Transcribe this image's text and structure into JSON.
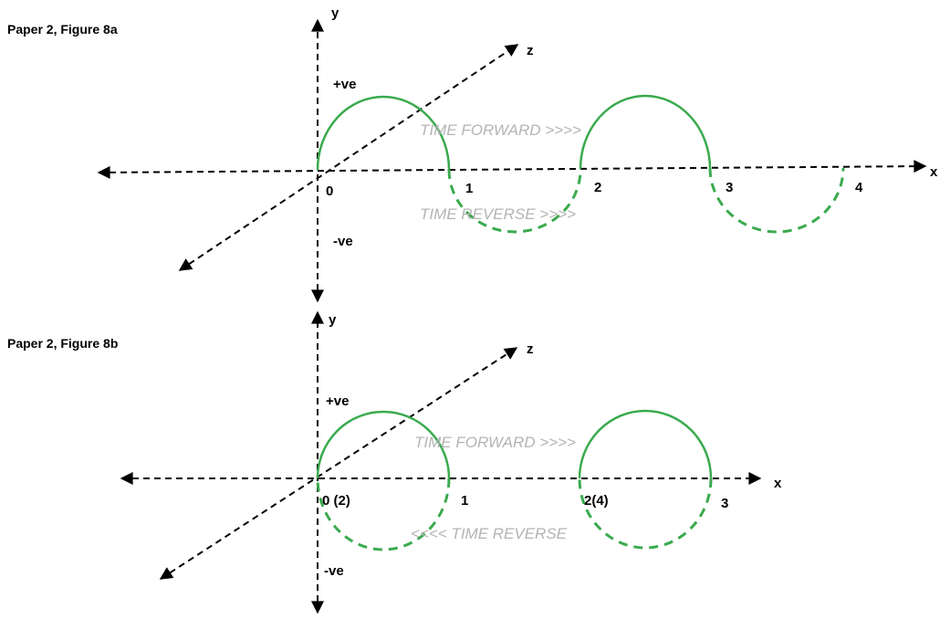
{
  "figure_a": {
    "title": "Paper 2, Figure 8a",
    "axis_y": "y",
    "axis_z": "z",
    "axis_x": "x",
    "pos_label": "+ve",
    "neg_label": "-ve",
    "time_forward": "TIME FORWARD >>>>",
    "time_reverse": "TIME REVERSE >>>>",
    "ticks": [
      "0",
      "1",
      "2",
      "3",
      "4"
    ]
  },
  "figure_b": {
    "title": "Paper 2, Figure 8b",
    "axis_y": "y",
    "axis_z": "z",
    "axis_x": "x",
    "pos_label": "+ve",
    "neg_label": "-ve",
    "time_forward": "TIME FORWARD >>>>",
    "time_reverse": "<<<< TIME REVERSE",
    "ticks": [
      "0 (2)",
      "1",
      "2(4)",
      "3"
    ]
  },
  "colors": {
    "wave": "#3aaa4e",
    "axis": "#000000",
    "time_text": "#b4b4b4"
  }
}
